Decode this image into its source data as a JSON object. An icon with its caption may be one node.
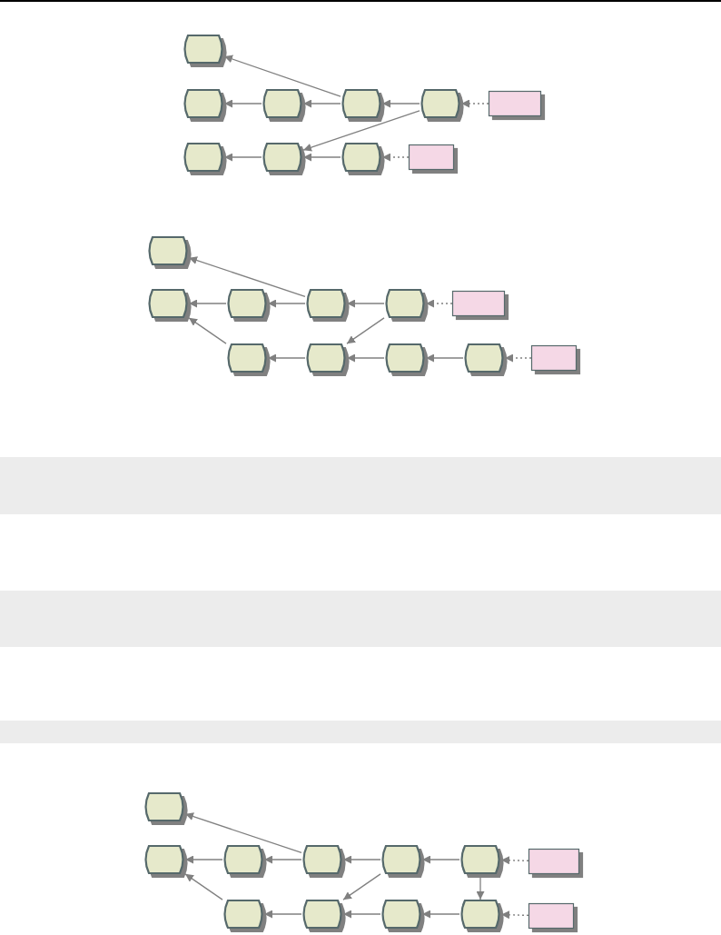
{
  "diagram": {
    "nodes": [
      {
        "text": [],
        "shape": "capsule"
      },
      {
        "text": [],
        "shape": "capsule"
      },
      {
        "text": [],
        "shape": "capsule"
      },
      {
        "text": [],
        "shape": "capsule"
      },
      {
        "text": [],
        "shape": "capsule"
      },
      {
        "text": [],
        "shape": "box"
      },
      {
        "text": [],
        "shape": "capsule"
      },
      {
        "text": [],
        "shape": "capsule"
      },
      {
        "text": [],
        "shape": "capsule"
      },
      {
        "text": [],
        "shape": "box"
      },
      {
        "text": [],
        "shape": "capsule"
      },
      {
        "text": [],
        "shape": "capsule"
      },
      {
        "text": [],
        "shape": "capsule"
      },
      {
        "text": [],
        "shape": "capsule"
      },
      {
        "text": [],
        "shape": "capsule"
      },
      {
        "text": [],
        "shape": "box"
      },
      {
        "text": [],
        "shape": "capsule"
      },
      {
        "text": [],
        "shape": "capsule"
      },
      {
        "text": [],
        "shape": "capsule"
      },
      {
        "text": [],
        "shape": "capsule"
      },
      {
        "text": [],
        "shape": "box"
      },
      {
        "text": [],
        "shape": "capsule"
      },
      {
        "text": [],
        "shape": "capsule"
      },
      {
        "text": [],
        "shape": "capsule"
      },
      {
        "text": [],
        "shape": "capsule"
      },
      {
        "text": [],
        "shape": "capsule"
      },
      {
        "text": [],
        "shape": "capsule"
      },
      {
        "text": [],
        "shape": "box"
      },
      {
        "text": [],
        "shape": "capsule"
      },
      {
        "text": [],
        "shape": "capsule"
      },
      {
        "text": [],
        "shape": "capsule"
      },
      {
        "text": [],
        "shape": "capsule"
      },
      {
        "text": [],
        "shape": "box"
      },
      {
        "text": [],
        "shape": "band"
      },
      {
        "text": [],
        "shape": "band"
      },
      {
        "text": [],
        "shape": "band"
      }
    ],
    "edges": [
      {
        "from": 3,
        "to": 0,
        "arrow": "to"
      },
      {
        "from": 3,
        "to": 2,
        "arrow": "to"
      },
      {
        "from": 2,
        "to": 1,
        "arrow": "to"
      },
      {
        "from": 4,
        "to": 3,
        "arrow": "to"
      },
      {
        "from": 5,
        "to": 4,
        "arrow": "to",
        "style": "dashed"
      },
      {
        "from": 4,
        "to": 7,
        "arrow": "to"
      },
      {
        "from": 8,
        "to": 7,
        "arrow": "to"
      },
      {
        "from": 7,
        "to": 6,
        "arrow": "to"
      },
      {
        "from": 9,
        "to": 8,
        "arrow": "to",
        "style": "dashed"
      },
      {
        "from": 13,
        "to": 10,
        "arrow": "to"
      },
      {
        "from": 13,
        "to": 12,
        "arrow": "to"
      },
      {
        "from": 12,
        "to": 11,
        "arrow": "to"
      },
      {
        "from": 14,
        "to": 13,
        "arrow": "to"
      },
      {
        "from": 15,
        "to": 14,
        "arrow": "to",
        "style": "dashed"
      },
      {
        "from": 14,
        "to": 17,
        "arrow": "to"
      },
      {
        "from": 16,
        "to": 11,
        "arrow": "to"
      },
      {
        "from": 17,
        "to": 16,
        "arrow": "to"
      },
      {
        "from": 18,
        "to": 17,
        "arrow": "to"
      },
      {
        "from": 19,
        "to": 18,
        "arrow": "to"
      },
      {
        "from": 20,
        "to": 19,
        "arrow": "to",
        "style": "dashed"
      },
      {
        "from": 24,
        "to": 21,
        "arrow": "to"
      },
      {
        "from": 24,
        "to": 23,
        "arrow": "to"
      },
      {
        "from": 23,
        "to": 22,
        "arrow": "to"
      },
      {
        "from": 25,
        "to": 24,
        "arrow": "to"
      },
      {
        "from": 26,
        "to": 25,
        "arrow": "to"
      },
      {
        "from": 27,
        "to": 26,
        "arrow": "to",
        "style": "dashed"
      },
      {
        "from": 25,
        "to": 29,
        "arrow": "to"
      },
      {
        "from": 28,
        "to": 22,
        "arrow": "to"
      },
      {
        "from": 29,
        "to": 28,
        "arrow": "to"
      },
      {
        "from": 30,
        "to": 29,
        "arrow": "to"
      },
      {
        "from": 31,
        "to": 30,
        "arrow": "to"
      },
      {
        "from": 26,
        "to": 31,
        "arrow": "to"
      },
      {
        "from": 32,
        "to": 31,
        "arrow": "to",
        "style": "dashed"
      }
    ]
  }
}
